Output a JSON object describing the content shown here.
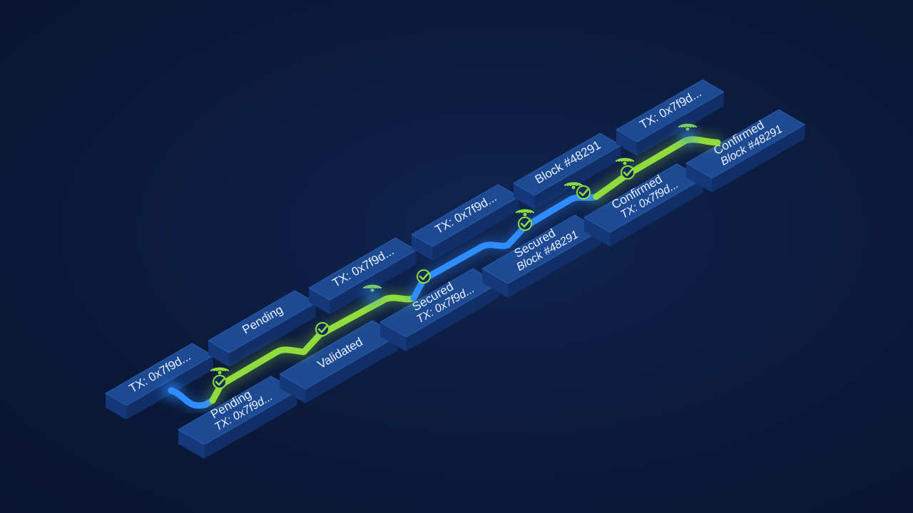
{
  "colors": {
    "background": "#0b1a3a",
    "block_top": "#1d4a93",
    "block_left": "#112e66",
    "block_right": "#15387a",
    "path_green": "#8fdc3c",
    "path_blue": "#2f8dff",
    "text": "#eaf2ff"
  },
  "blocks": [
    {
      "id": "b1",
      "label": "TX: 0x7f9d...",
      "sub": ""
    },
    {
      "id": "b2",
      "label": "Pending",
      "sub": "TX: 0x7f9d..."
    },
    {
      "id": "b3",
      "label": "Pending",
      "sub": ""
    },
    {
      "id": "b4",
      "label": "Validated",
      "sub": ""
    },
    {
      "id": "b5",
      "label": "TX: 0x7f9d...",
      "sub": ""
    },
    {
      "id": "b6",
      "label": "Secured",
      "sub": "TX: 0x7f9d..."
    },
    {
      "id": "b7",
      "label": "TX: 0x7f9d...",
      "sub": ""
    },
    {
      "id": "b8",
      "label": "Secured",
      "sub": "Block #48291"
    },
    {
      "id": "b9",
      "label": "Block #48291",
      "sub": ""
    },
    {
      "id": "b10",
      "label": "Confirmed",
      "sub": "TX: 0x7f9d..."
    },
    {
      "id": "b11",
      "label": "TX: 0x7f9d...",
      "sub": ""
    },
    {
      "id": "b12",
      "label": "Confirmed",
      "sub": "Block #48291"
    }
  ],
  "nodes": [
    {
      "icon": "check-icon",
      "status": "verified"
    },
    {
      "icon": "signal-icon",
      "status": "broadcasting"
    }
  ]
}
